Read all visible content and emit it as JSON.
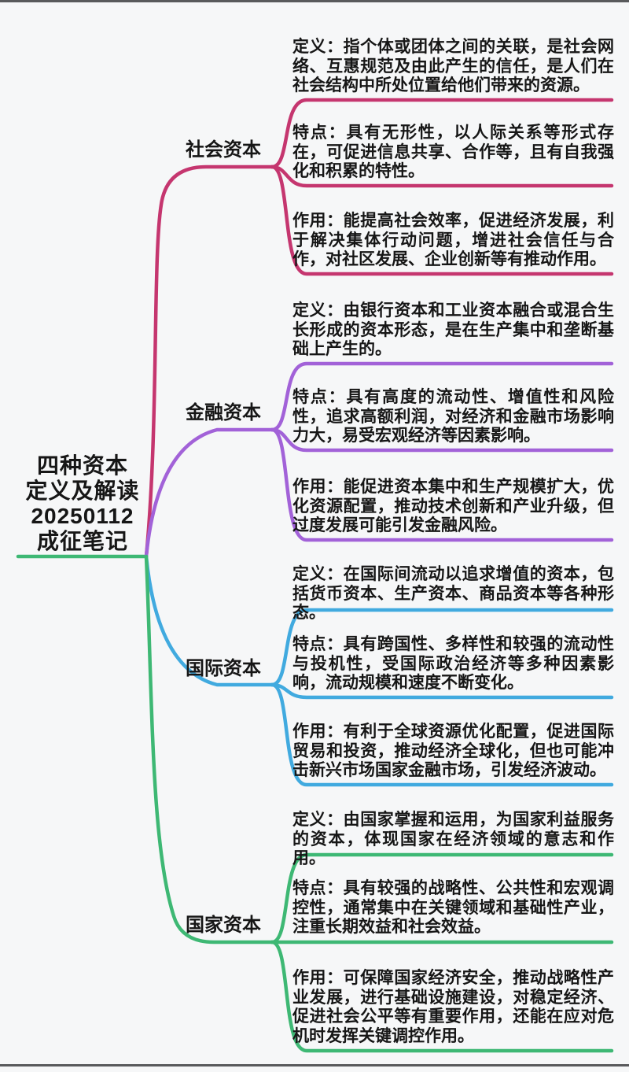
{
  "page": {
    "background": "#f6f7f8",
    "frame_line_color": "#595a5c",
    "text_color": "#161616"
  },
  "central": {
    "lines": [
      "四种资本",
      "定义及解读",
      "20250112",
      "成征笔记"
    ],
    "underline_color": "#3eb874"
  },
  "branches": [
    {
      "label": "社会资本",
      "color": "#c5366f",
      "nodes": [
        {
          "type": "定义",
          "text": "定义：指个体或团体之间的关联，是社会网络、互惠规范及由此产生的信任，是人们在社会结构中所处位置给他们带来的资源。"
        },
        {
          "type": "特点",
          "text": "特点：具有无形性，以人际关系等形式存在，可促进信息共享、合作等，且有自我强化和积累的特性。"
        },
        {
          "type": "作用",
          "text": "作用：能提高社会效率，促进经济发展，利于解决集体行动问题，增进社会信任与合作，对社区发展、企业创新等有推动作用。"
        }
      ]
    },
    {
      "label": "金融资本",
      "color": "#a262d8",
      "nodes": [
        {
          "type": "定义",
          "text": "定义：由银行资本和工业资本融合或混合生长形成的资本形态，是在生产集中和垄断基础上产生的。"
        },
        {
          "type": "特点",
          "text": "特点：具有高度的流动性、增值性和风险性，追求高额利润，对经济和金融市场影响力大，易受宏观经济等因素影响。"
        },
        {
          "type": "作用",
          "text": "作用：能促进资本集中和生产规模扩大，优化资源配置，推动技术创新和产业升级，但过度发展可能引发金融风险。"
        }
      ]
    },
    {
      "label": "国际资本",
      "color": "#41aadf",
      "nodes": [
        {
          "type": "定义",
          "text": "定义：在国际间流动以追求增值的资本，包括货币资本、生产资本、商品资本等各种形态。"
        },
        {
          "type": "特点",
          "text": "特点：具有跨国性、多样性和较强的流动性与投机性，受国际政治经济等多种因素影响，流动规模和速度不断变化。"
        },
        {
          "type": "作用",
          "text": "作用：有利于全球资源优化配置，促进国际贸易和投资，推动经济全球化，但也可能冲击新兴市场国家金融市场，引发经济波动。"
        }
      ]
    },
    {
      "label": "国家资本",
      "color": "#3eb874",
      "nodes": [
        {
          "type": "定义",
          "text": "定义：由国家掌握和运用，为国家利益服务的资本，体现国家在经济领域的意志和作用。"
        },
        {
          "type": "特点",
          "text": "特点：具有较强的战略性、公共性和宏观调控性，通常集中在关键领域和基础性产业，注重长期效益和社会效益。"
        },
        {
          "type": "作用",
          "text": "作用：可保障国家经济安全，推动战略性产业发展，进行基础设施建设，对稳定经济、促进社会公平等有重要作用，还能在应对危机时发挥关键调控作用。"
        }
      ]
    }
  ]
}
